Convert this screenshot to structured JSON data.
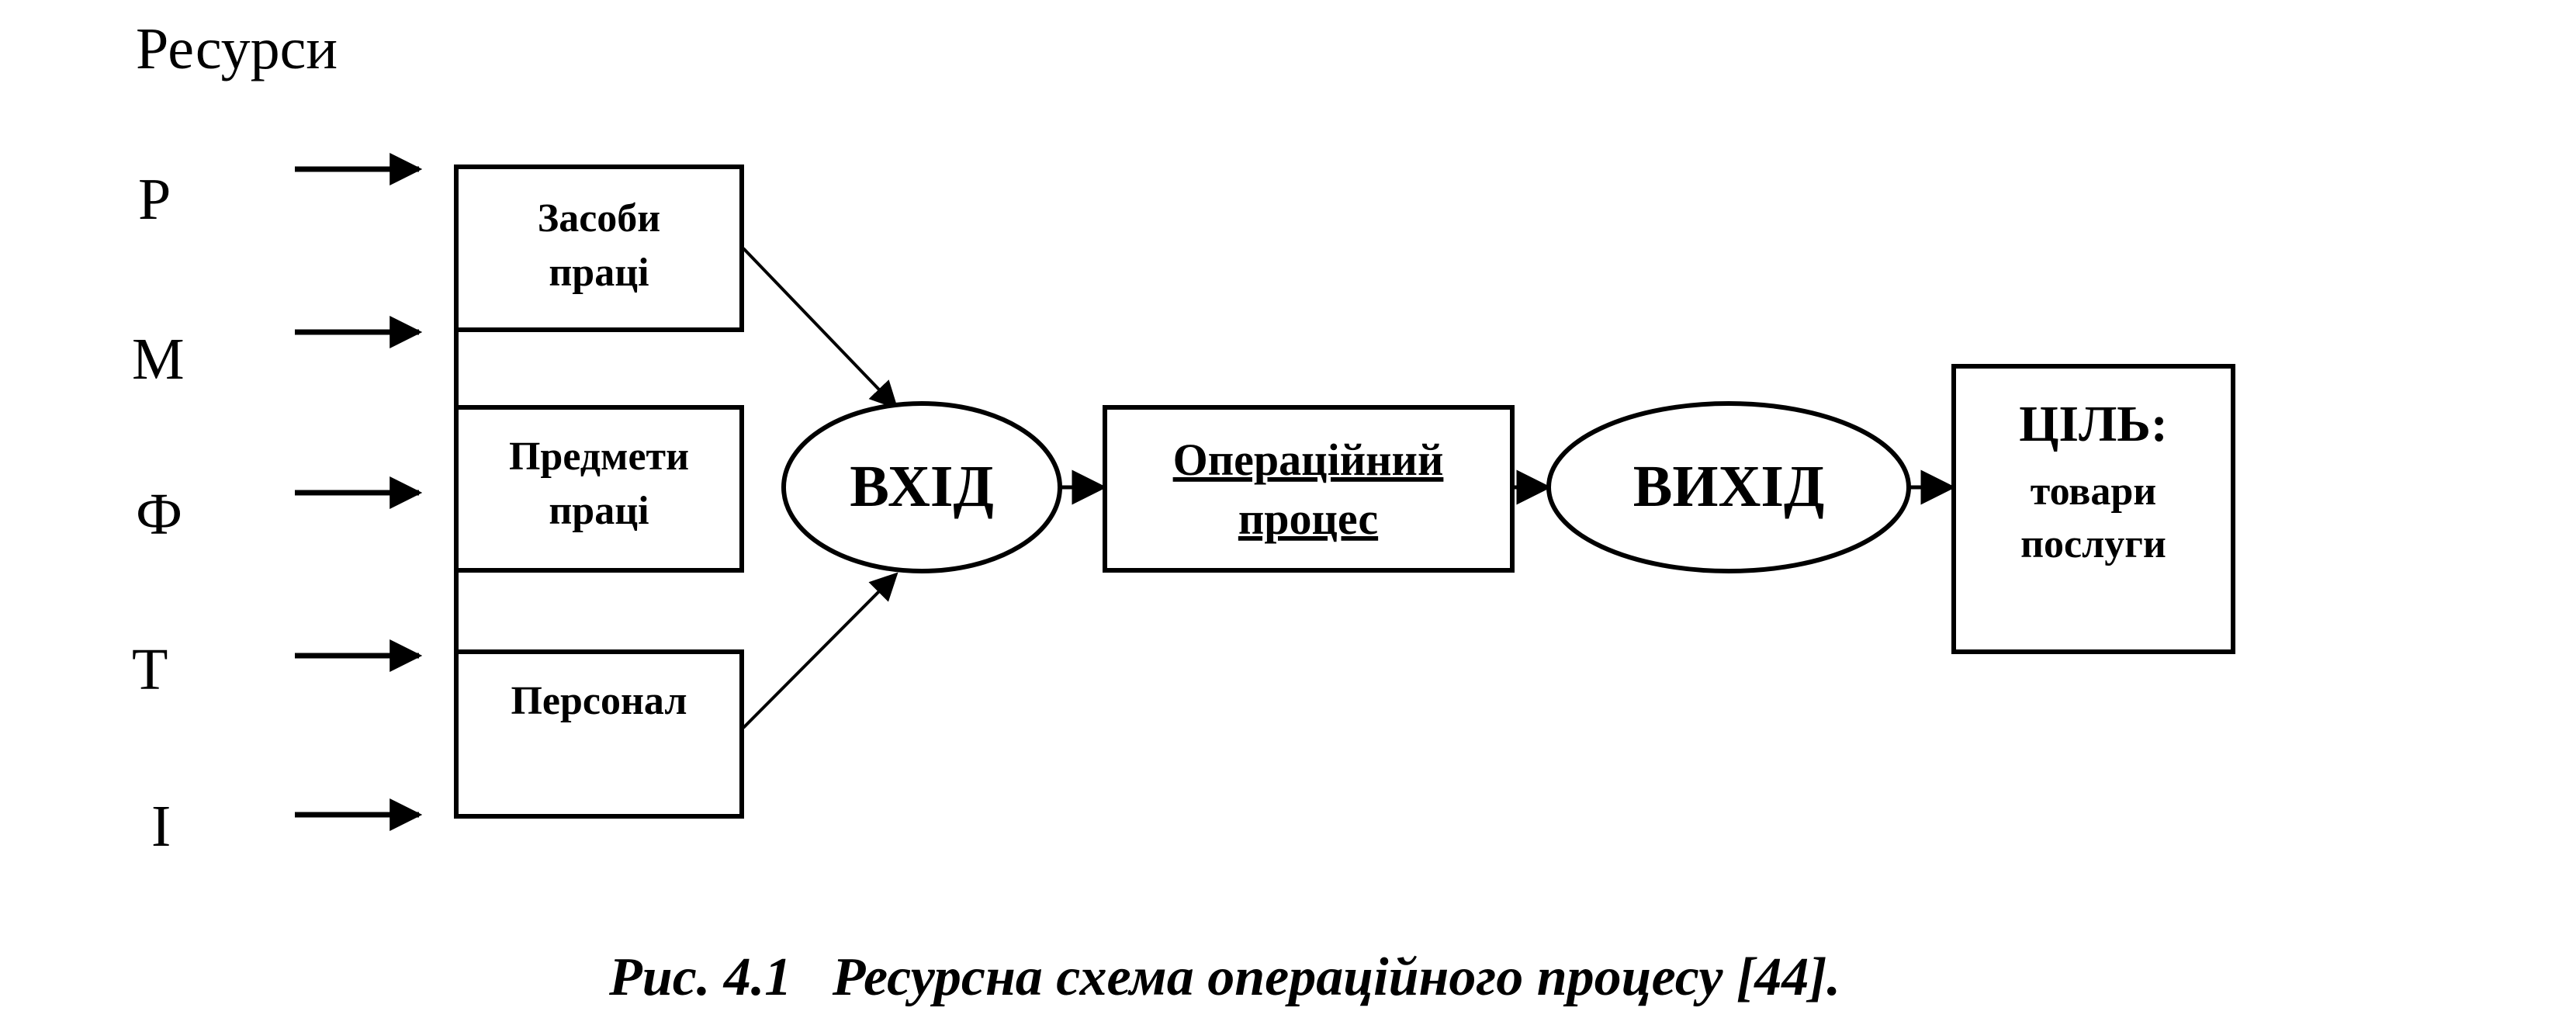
{
  "title": "Ресурси",
  "resources": [
    "Р",
    "М",
    "Ф",
    "Т",
    "І"
  ],
  "inputs": {
    "box1": [
      "Засоби",
      "праці"
    ],
    "box2": [
      "Предмети",
      "праці"
    ],
    "box3": [
      "Персонал"
    ]
  },
  "input_label": "ВХІД",
  "process_label": [
    "Операційний",
    "процес"
  ],
  "output_label": "ВИХІД",
  "goal": {
    "title": "ЦІЛЬ:",
    "items": [
      "товари",
      "послуги"
    ]
  },
  "caption": "Рис. 4.1   Ресурсна схема операційного процесу [44]."
}
